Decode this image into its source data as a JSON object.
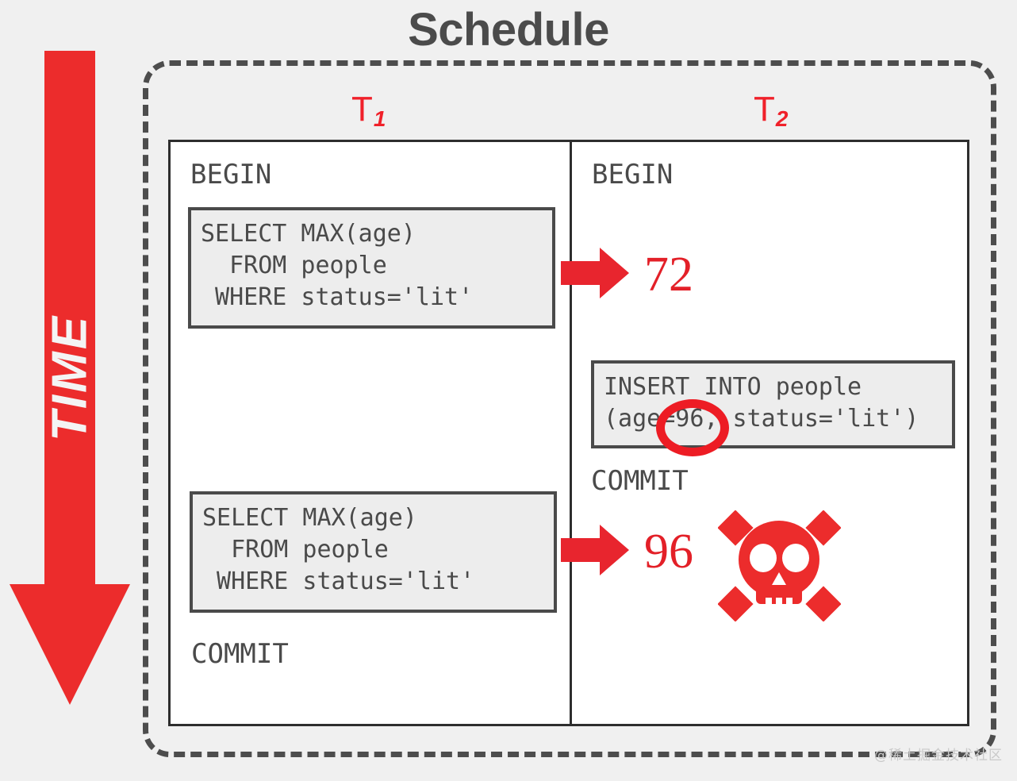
{
  "title": "Schedule",
  "time_axis": {
    "label": "TIME",
    "icon": "down-arrow-icon",
    "color": "#ec2c2c"
  },
  "colors": {
    "red": "#ec2c2c",
    "accent_red": "#e32028",
    "dark": "#4a4a4a",
    "panel_border": "#2e2e2e",
    "sql_bg": "#ededed",
    "page_bg": "#f0f0f0"
  },
  "transactions": [
    {
      "id": "t1",
      "name": "T",
      "subscript": "1",
      "begin": "BEGIN",
      "commit": "COMMIT",
      "statements": [
        {
          "id": "select-1",
          "text": "SELECT MAX(age)\n  FROM people\n WHERE status='lit'"
        },
        {
          "id": "select-2",
          "text": "SELECT MAX(age)\n  FROM people\n WHERE status='lit'"
        }
      ]
    },
    {
      "id": "t2",
      "name": "T",
      "subscript": "2",
      "begin": "BEGIN",
      "commit": "COMMIT",
      "statements": [
        {
          "id": "insert-1",
          "text": "INSERT INTO people\n(age=96, status='lit')"
        }
      ]
    }
  ],
  "results": [
    {
      "id": "result-72",
      "value": "72",
      "icon": "right-arrow-icon"
    },
    {
      "id": "result-96",
      "value": "96",
      "icon": "right-arrow-icon"
    }
  ],
  "annotations": {
    "circled_value": "=96,",
    "hazard_icon": "skull-and-crossbones-icon"
  },
  "watermark": "@稀土掘金技术社区"
}
